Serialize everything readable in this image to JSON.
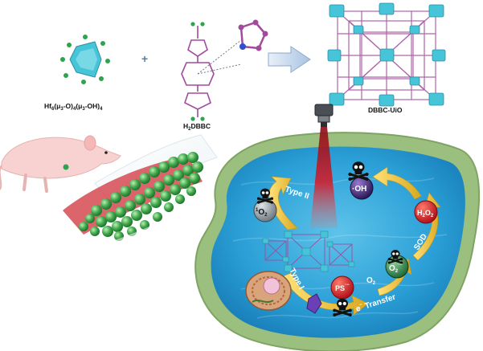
{
  "labels": {
    "hf_cluster": {
      "base": "Hf",
      "sub1": "6",
      "mid1": "(μ",
      "sub2": "3",
      "mid2": "-O)",
      "sub3": "4",
      "mid3": "(μ",
      "sub4": "3",
      "mid4": "-OH)",
      "sub5": "4"
    },
    "plus": "+",
    "linker": {
      "pre": "H",
      "sub": "2",
      "post": "DBBC"
    },
    "mof": "DBBC-UiO",
    "type2": "Type II",
    "type1": "Type I",
    "singlet_o2": {
      "pre": "",
      "sup": "1",
      "base": "O",
      "sub": "2"
    },
    "hydroxyl": "·OH",
    "h2o2": {
      "pre": "H",
      "sub1": "2",
      "mid": "O",
      "sub2": "2"
    },
    "sod": "SOD",
    "o2": {
      "pre": "O",
      "sub": "2"
    },
    "superoxide": {
      "pre": "O",
      "sub": "2",
      "sup": "·−"
    },
    "ps": {
      "pre": "PS",
      "sup": "·−"
    },
    "e_transfer": {
      "pre": "e",
      "sup": "−",
      "post": " Transfer"
    }
  },
  "colors": {
    "background": "#ffffff",
    "water": "#2a9fd6",
    "water_deep": "#1577b3",
    "pool_rim": "#9bbf7e",
    "mouse": "#f7d2d0",
    "tumor": "#3fa64b",
    "laser": "#d0202e",
    "cluster": "#46c4d8",
    "linker": "#a24a9c",
    "arrow": "#f2cf3c"
  },
  "icons": [
    "skull-icon",
    "laser-emitter-icon",
    "arrow-right-icon",
    "mouse-icon",
    "cell-icon",
    "crystal-icon"
  ]
}
